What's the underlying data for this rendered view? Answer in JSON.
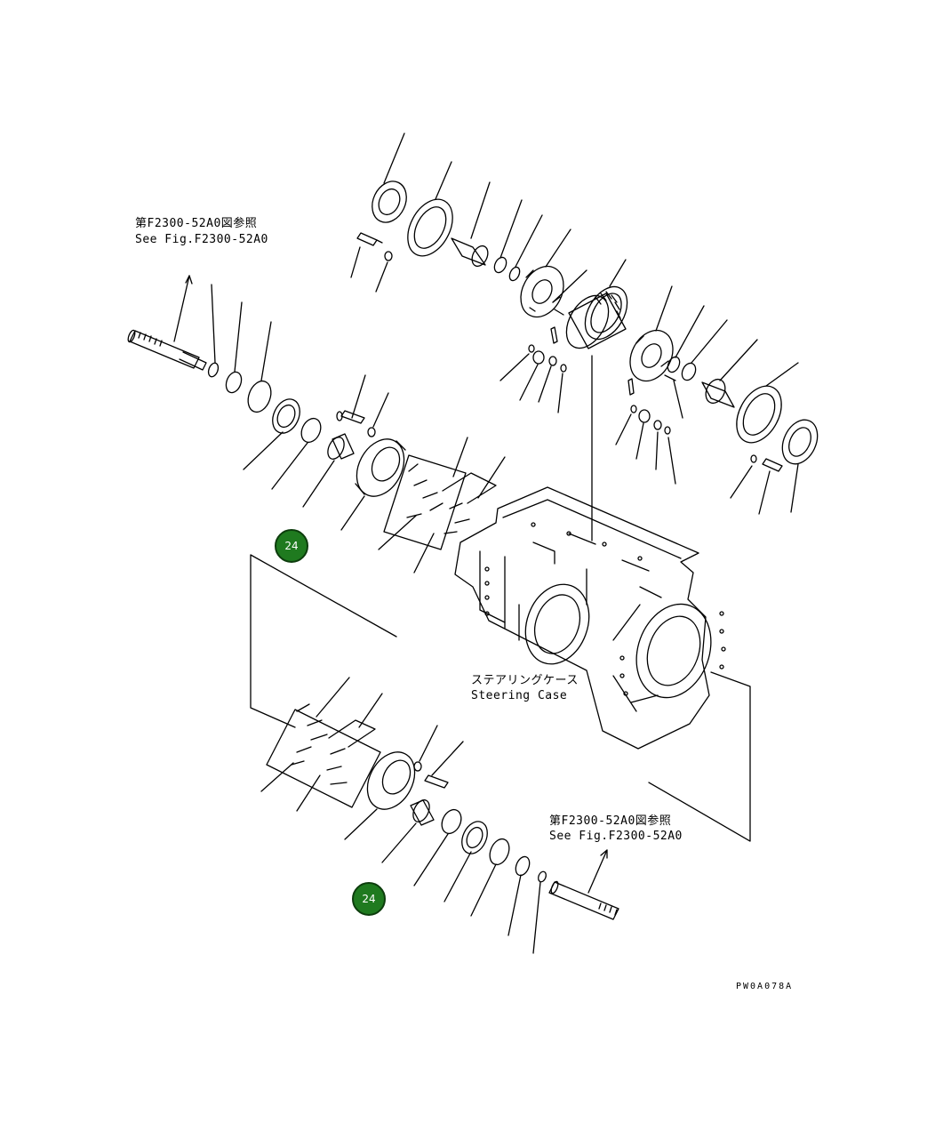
{
  "diagram": {
    "ref_top": {
      "line1": "第F2300-52A0図参照",
      "line2": "See Fig.F2300-52A0"
    },
    "ref_bottom": {
      "line1": "第F2300-52A0図参照",
      "line2": "See Fig.F2300-52A0"
    },
    "case_label": {
      "ja": "ステアリングケース",
      "en": "Steering Case"
    },
    "callouts": [
      {
        "label": "24"
      },
      {
        "label": "24"
      }
    ],
    "drawing_code": "PW0A078A"
  }
}
